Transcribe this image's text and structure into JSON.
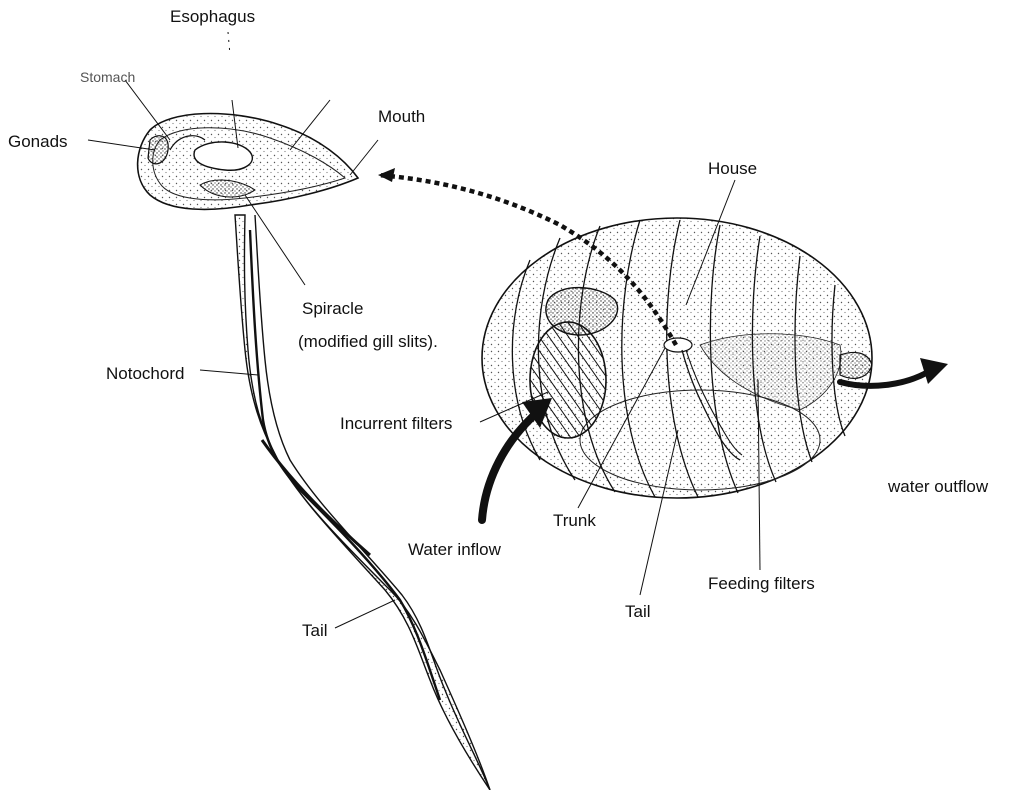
{
  "labels": {
    "esophagus": "Esophagus",
    "stomach": "Stomach",
    "mouth": "Mouth",
    "gonads": "Gonads",
    "spiracle": "Spiracle",
    "spiracle_note": "(modified gill slits).",
    "notochord": "Notochord",
    "incurrent_filters": "Incurrent filters",
    "tail_larva": "Tail",
    "house": "House",
    "water_outflow": "water outflow",
    "trunk": "Trunk",
    "water_inflow": "Water inflow",
    "feeding_filters": "Feeding filters",
    "tail_house": "Tail"
  }
}
